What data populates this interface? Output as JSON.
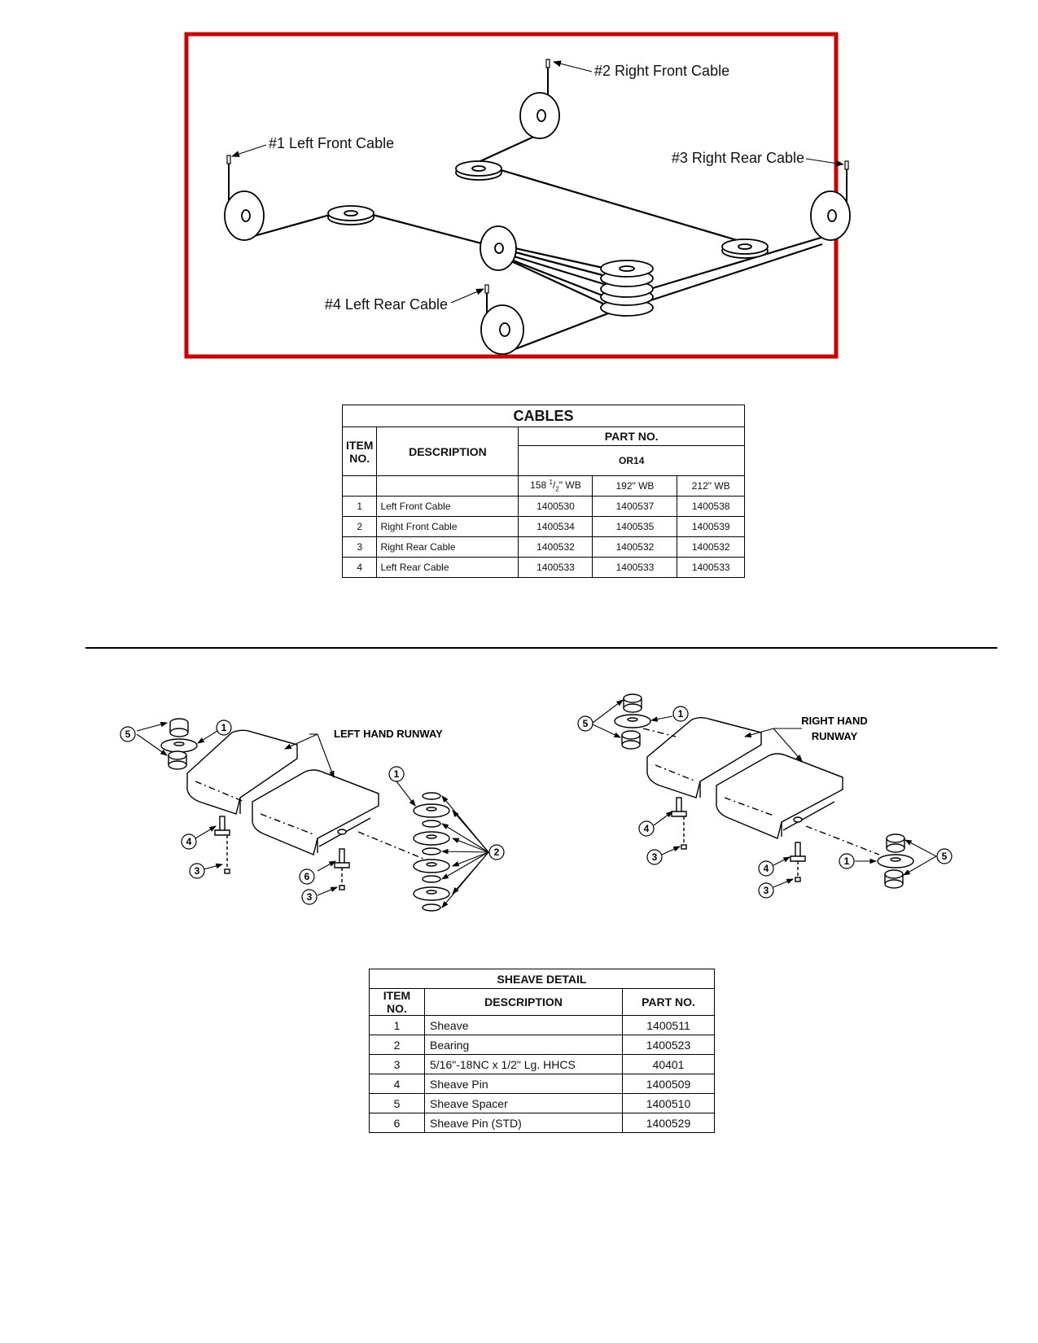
{
  "cable_diagram": {
    "labels": {
      "left_front": "#1 Left Front Cable",
      "right_front": "#2 Right Front Cable",
      "right_rear": "#3 Right Rear Cable",
      "left_rear": "#4 Left Rear Cable"
    },
    "frame_color": "#cc0000"
  },
  "cables_table": {
    "title": "CABLES",
    "col_item": "ITEM NO.",
    "col_desc": "DESCRIPTION",
    "col_part": "PART NO.",
    "model": "OR14",
    "wb_1": "158 1/2\" WB",
    "wb_1_main": "158 ",
    "wb_1_num": "1",
    "wb_1_den": "2",
    "wb_1_tail": "\" WB",
    "wb_2": "192\" WB",
    "wb_3": "212\" WB",
    "rows": [
      {
        "item": "1",
        "desc": "Left Front Cable",
        "p1": "1400530",
        "p2": "1400537",
        "p3": "1400538"
      },
      {
        "item": "2",
        "desc": "Right Front Cable",
        "p1": "1400534",
        "p2": "1400535",
        "p3": "1400539"
      },
      {
        "item": "3",
        "desc": "Right Rear Cable",
        "p1": "1400532",
        "p2": "1400532",
        "p3": "1400532"
      },
      {
        "item": "4",
        "desc": "Left Rear Cable",
        "p1": "1400533",
        "p2": "1400533",
        "p3": "1400533"
      }
    ]
  },
  "runway_diagrams": {
    "left_label": "LEFT HAND RUNWAY",
    "right_label_line1": "RIGHT HAND",
    "right_label_line2": "RUNWAY",
    "callouts": {
      "c1": "1",
      "c2": "2",
      "c3": "3",
      "c4": "4",
      "c5": "5",
      "c6": "6"
    }
  },
  "sheave_table": {
    "title": "SHEAVE   DETAIL",
    "col_item": "ITEM NO.",
    "col_desc": "DESCRIPTION",
    "col_part": "PART NO.",
    "rows": [
      {
        "item": "1",
        "desc": "Sheave",
        "part": "1400511"
      },
      {
        "item": "2",
        "desc": "Bearing",
        "part": "1400523"
      },
      {
        "item": "3",
        "desc": "5/16\"-18NC  x 1/2\" Lg. HHCS",
        "part": "40401"
      },
      {
        "item": "4",
        "desc": "Sheave Pin",
        "part": "1400509"
      },
      {
        "item": "5",
        "desc": "Sheave Spacer",
        "part": "1400510"
      },
      {
        "item": "6",
        "desc": "Sheave Pin (STD)",
        "part": "1400529"
      }
    ]
  }
}
